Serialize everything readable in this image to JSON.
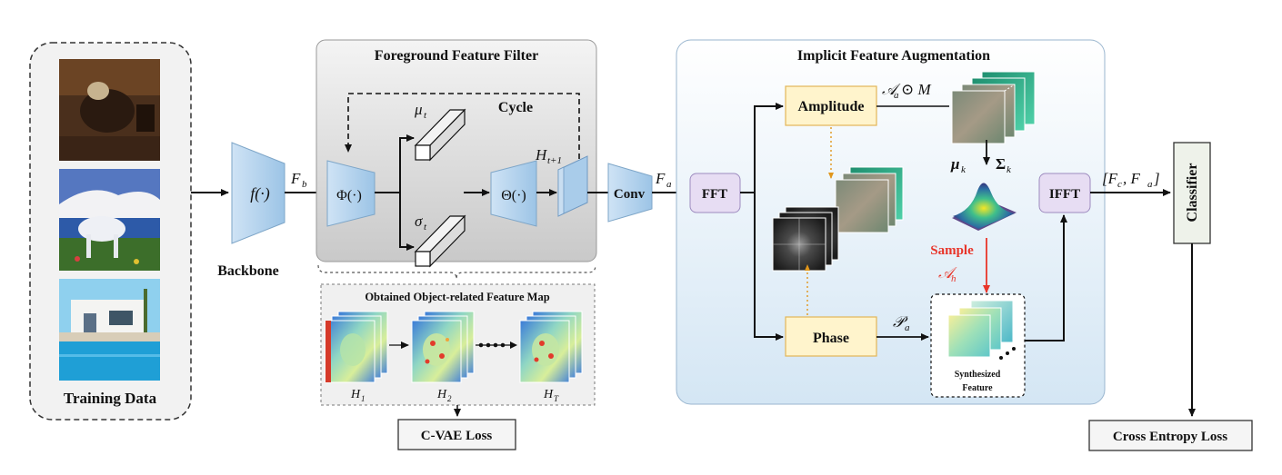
{
  "training": {
    "label": "Training Data"
  },
  "backbone": {
    "func": "f(·)",
    "label": "Backbone",
    "out": "F",
    "out_sub": "b"
  },
  "filter": {
    "title": "Foreground Feature Filter",
    "cycle": "Cycle",
    "phi": "Φ(·)",
    "theta": "Θ(·)",
    "mu": "μ",
    "mu_sub": "t",
    "sigma": "σ",
    "sigma_sub": "t",
    "h": "H",
    "h_sub": "t+1",
    "conv": "Conv",
    "conv_out": "F",
    "conv_out_sub": "a"
  },
  "maps": {
    "title": "Obtained Object-related Feature Map",
    "h1": "H",
    "h1_sub": "1",
    "h2": "H",
    "h2_sub": "2",
    "ht": "H",
    "ht_sub": "T",
    "loss": "C-VAE Loss"
  },
  "augment": {
    "title": "Implicit Feature Augmentation",
    "fft": "FFT",
    "amplitude": "Amplitude",
    "phase": "Phase",
    "amp_op_a": "𝒜",
    "amp_op_sub": "a",
    "amp_op_rest": " ⊙ M",
    "mu_k": "μ",
    "mu_k_sub": "k",
    "sigma_k": "Σ",
    "sigma_k_sub": "k",
    "sample": "Sample",
    "a_h": "𝒜",
    "a_h_sub": "h",
    "p_a": "𝒫",
    "p_a_sub": "a",
    "synth1": "Synthesized",
    "synth2": "Feature",
    "ifft": "IFFT",
    "concat": "[F",
    "concat_c": "c",
    "concat_mid": ", F",
    "concat_a": "a",
    "concat_end": "]"
  },
  "classifier": {
    "label": "Classifier",
    "loss": "Cross Entropy Loss"
  },
  "colors": {
    "accent_red": "#e8352a",
    "lavender": "#e7ddf3",
    "yellow": "#fff4cc",
    "blue": "#bcd9f2"
  }
}
